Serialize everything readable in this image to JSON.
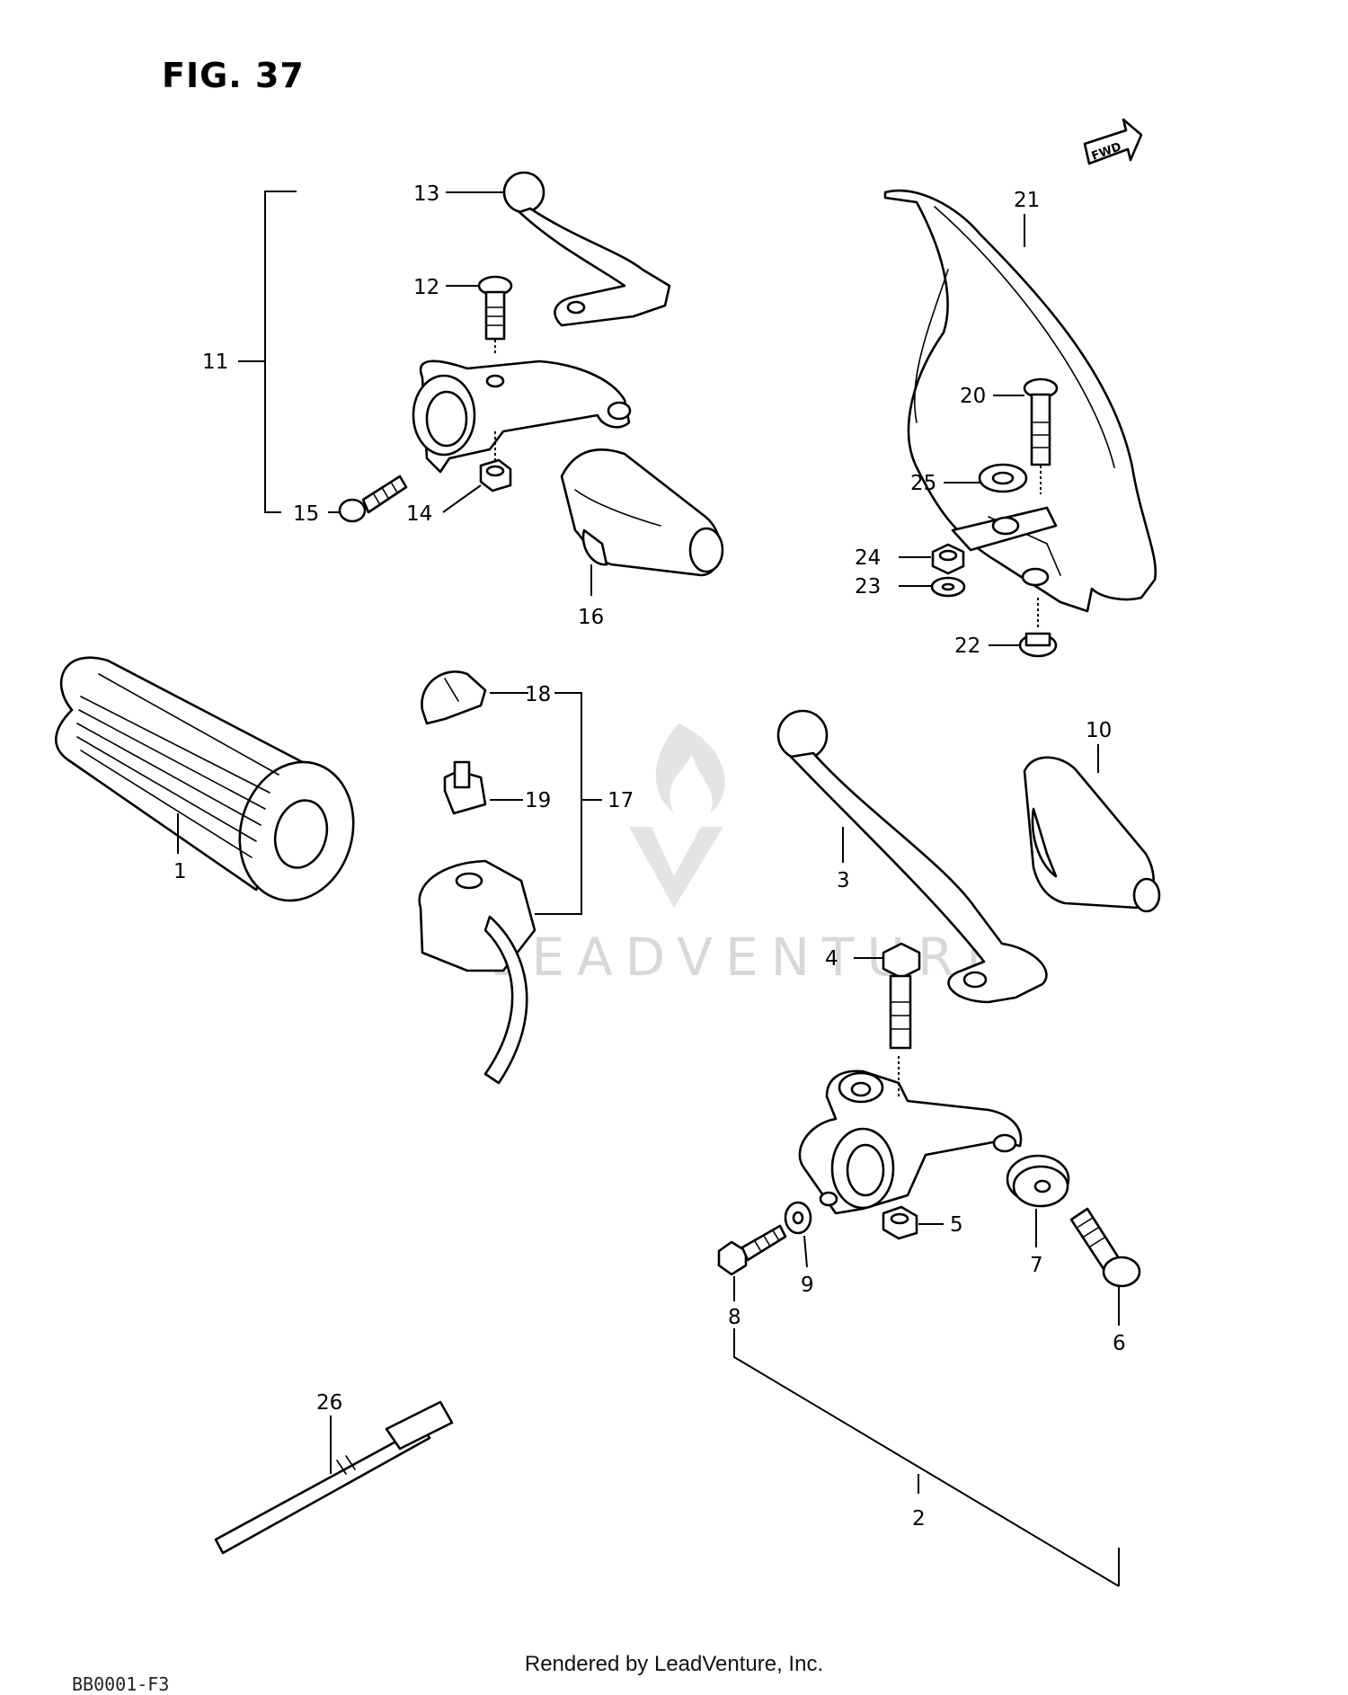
{
  "figure_label": "FIG. 37",
  "direction_label": "FWD",
  "watermark": "LEADVENTURE",
  "footer": "Rendered by LeadVenture, Inc.",
  "footer_code": "BB0001-F3",
  "callouts": [
    "1",
    "2",
    "3",
    "4",
    "5",
    "6",
    "7",
    "8",
    "9",
    "10",
    "11",
    "12",
    "13",
    "14",
    "15",
    "16",
    "17",
    "18",
    "19",
    "20",
    "21",
    "22",
    "23",
    "24",
    "25",
    "26"
  ]
}
